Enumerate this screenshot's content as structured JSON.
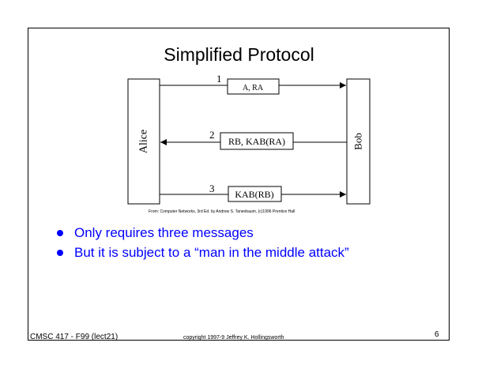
{
  "slide": {
    "title": "Simplified Protocol",
    "credit": "From: Computer Networks, 3rd Ed. by Andrew S. Tanenbaum, (c)1996 Prentice Hall",
    "bullets": [
      "Only requires three messages",
      "But it is subject to a “man in the middle attack”"
    ],
    "footer": {
      "left": "CMSC 417 - F99 (lect21)",
      "center": "copyright 1997-9 Jeffrey K. Hollingsworth",
      "page": "6"
    }
  },
  "diagram": {
    "parties": {
      "left": "Alice",
      "right": "Bob"
    },
    "messages": [
      {
        "number": "1",
        "content": "A, RA",
        "direction": "right"
      },
      {
        "number": "2",
        "content": "RB, KAB(RA)",
        "direction": "left"
      },
      {
        "number": "3",
        "content": "KAB(RB)",
        "direction": "right"
      }
    ]
  }
}
